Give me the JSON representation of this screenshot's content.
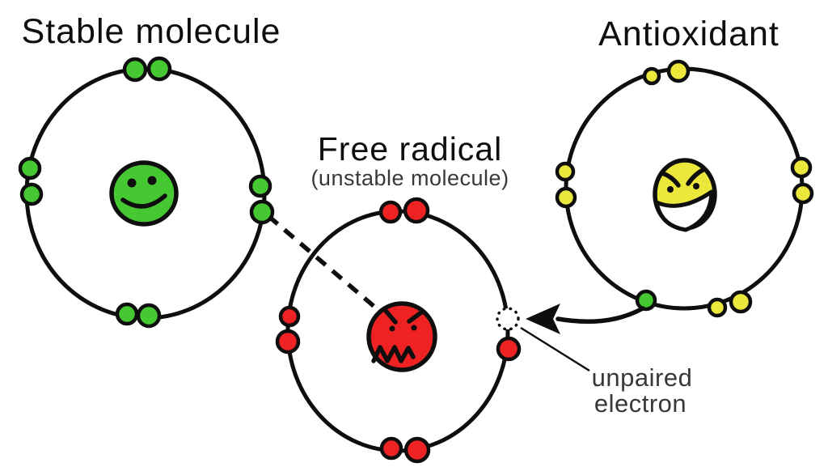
{
  "palette": {
    "green": "#46c832",
    "red": "#ee2222",
    "yellow": "#ebe83b",
    "ink": "#0e0e0e",
    "subtext": "#383838"
  },
  "labels": {
    "stable_title": "Stable molecule",
    "radical_title": "Free radical",
    "radical_subtitle": "(unstable molecule)",
    "antioxidant_title": "Antioxidant",
    "unpaired_line1": "unpaired",
    "unpaired_line2": "electron"
  },
  "molecules": {
    "stable": {
      "name": "Stable molecule",
      "electron_color_hex": "#46c832",
      "paired_electrons": 8,
      "unpaired_electrons": 0
    },
    "free_radical": {
      "name": "Free radical",
      "qualifier": "(unstable molecule)",
      "electron_color_hex": "#ee2222",
      "paired_electrons": 6,
      "unpaired_electrons": 1,
      "empty_electron_slot": true
    },
    "antioxidant": {
      "name": "Antioxidant",
      "electron_color_hex": "#ebe83b",
      "paired_electrons": 8,
      "donated_electron_color_hex": "#46c832"
    }
  }
}
